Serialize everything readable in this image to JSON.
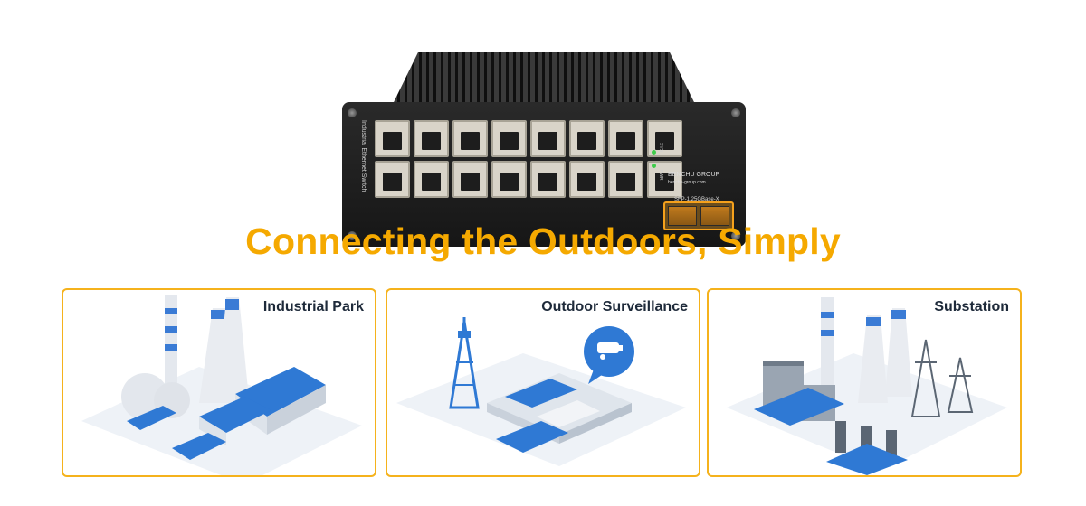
{
  "device": {
    "side_label": "Industrial Ethernet Switch",
    "brand": "BENCHU GROUP",
    "brand_url": "benchu-group.com",
    "sfp_label": "SFP-1.25GBase-X",
    "led_labels": [
      "SYS",
      "PWR"
    ],
    "port_count": 16,
    "sfp_slot_count": 2,
    "accent_color": "#f5a11c"
  },
  "headline": "Connecting the Outdoors, Simply",
  "headline_color": "#f5a900",
  "card_border_color": "#f5b21c",
  "scenarios": [
    {
      "title": "Industrial Park",
      "illustration": "factory-chimneys-icon"
    },
    {
      "title": "Outdoor Surveillance",
      "illustration": "cctv-camera-tower-icon"
    },
    {
      "title": "Substation",
      "illustration": "power-transformer-pylon-icon"
    }
  ]
}
